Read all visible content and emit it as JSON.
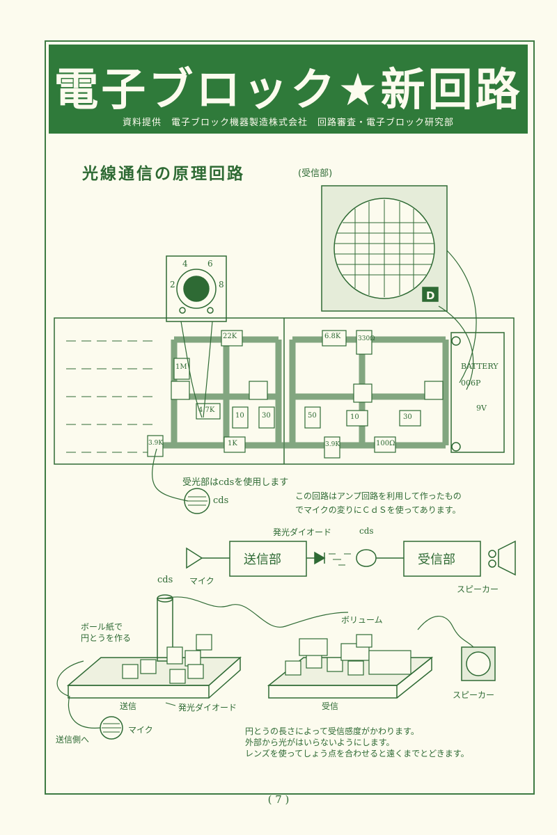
{
  "header": {
    "title": "電子ブロック★新回路",
    "credits": "資料提供　電子ブロック機器製造株式会社　回路審査・電子ブロック研究部"
  },
  "section": {
    "title": "光線通信の原理回路",
    "subtitle": "(受信部)"
  },
  "circuit": {
    "volume_dial": [
      "4",
      "6",
      "2",
      "8"
    ],
    "components": [
      "22K",
      "6.8K",
      "330Ω",
      "1M",
      "4.7K",
      "10",
      "30",
      "50",
      "10",
      "30",
      "3.9K",
      "1K",
      "3.9K",
      "100Ω"
    ],
    "battery": [
      "BATTERY",
      "006P",
      "9V"
    ],
    "logo": "D"
  },
  "labels": {
    "cds_note": "受光部はcdsを使用します",
    "cds": "cds",
    "desc1": "この回路はアンプ回路を利用して作ったもの",
    "desc2": "でマイクの変りにＣｄＳを使ってあります。"
  },
  "block_diagram": {
    "led": "発光ダイオード",
    "cds": "cds",
    "transmitter": "送信部",
    "receiver": "受信部",
    "mic": "マイク",
    "speaker": "スピーカー"
  },
  "assembly": {
    "cds": "cds",
    "mic_top": "マイク",
    "paper_tube_1": "ボール紙で",
    "paper_tube_2": "円とうを作る",
    "volume": "ボリューム",
    "transmit": "送信",
    "led": "発光ダイオード",
    "receive": "受信",
    "speaker": "スピーカー",
    "mic": "マイク",
    "to_transmitter": "送信側へ"
  },
  "notes": [
    "円とうの長さによって受信感度がかわります。",
    "外部から光がはいらないようにします。",
    "レンズを使ってしょう点を合わせると遠くまでとどきます。"
  ],
  "page_number": "( 7 )",
  "colors": {
    "ink": "#2e6a34",
    "banner": "#2f7a3a",
    "paper": "#fcfbee"
  }
}
